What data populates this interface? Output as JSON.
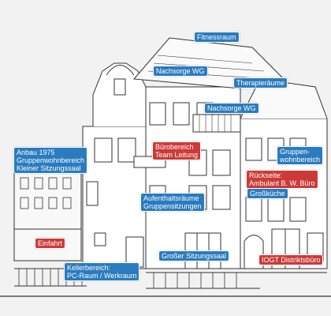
{
  "colors": {
    "label_blue": "#2a7bbf",
    "label_red": "#cc3a37",
    "background": "#f2f2f2",
    "line_art": "#333333"
  },
  "labels": {
    "fitnessraum": {
      "lines": [
        "Fitnessraum"
      ],
      "color": "blue"
    },
    "nachsorge_wg_top": {
      "lines": [
        "Nachsorge WG"
      ],
      "color": "blue"
    },
    "therapieraeume": {
      "lines": [
        "Therapieräume"
      ],
      "color": "blue"
    },
    "nachsorge_wg_mid": {
      "lines": [
        "Nachsorge WG"
      ],
      "color": "blue"
    },
    "anbau": {
      "lines": [
        "Anbau 1975",
        "Gruppenwohnbereich",
        "Kleiner Sitzungssaal"
      ],
      "color": "blue"
    },
    "buerobereich": {
      "lines": [
        "Bürobereich",
        "Team Leitung"
      ],
      "color": "red"
    },
    "gruppenwohnbereich": {
      "lines": [
        "Gruppen-",
        "wohnbereich"
      ],
      "color": "blue"
    },
    "rueckseite": {
      "lines": [
        "Rückseite:",
        "Ambulant B. W. Büro"
      ],
      "color": "red"
    },
    "grosskueche": {
      "lines": [
        "Großküche"
      ],
      "color": "blue"
    },
    "aufenthaltsraeume": {
      "lines": [
        "Aufenthaltsräume",
        "Gruppensitzungen"
      ],
      "color": "blue"
    },
    "einfahrt": {
      "lines": [
        "Einfahrt"
      ],
      "color": "red"
    },
    "grosser_sitzungssaal": {
      "lines": [
        "Großer Sitzungssaal"
      ],
      "color": "blue"
    },
    "iogt": {
      "lines": [
        "IOGT Distriktsbüro"
      ],
      "color": "red"
    },
    "kellerbereich": {
      "lines": [
        "Kellerbereich:",
        "PC-Raum / Werkraum"
      ],
      "color": "blue"
    }
  }
}
